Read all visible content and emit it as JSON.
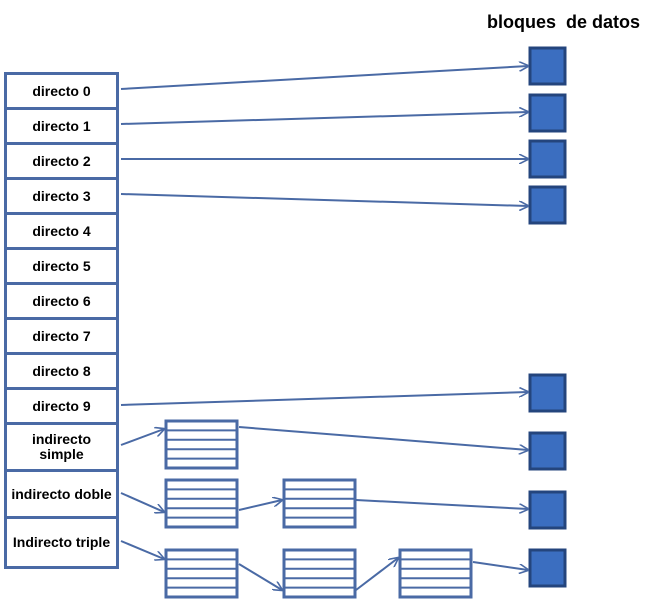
{
  "title": "bloques  de datos",
  "inode_entries": [
    "directo 0",
    "directo 1",
    "directo 2",
    "directo 3",
    "directo 4",
    "directo 5",
    "directo 6",
    "directo 7",
    "directo 8",
    "directo 9",
    "indirecto simple",
    "indirecto doble",
    "Indirecto triple"
  ],
  "colors": {
    "line": "#4a6aa5",
    "block_fill": "#3b6ec0",
    "block_border": "#24457d",
    "border": "#4a6aa5"
  }
}
